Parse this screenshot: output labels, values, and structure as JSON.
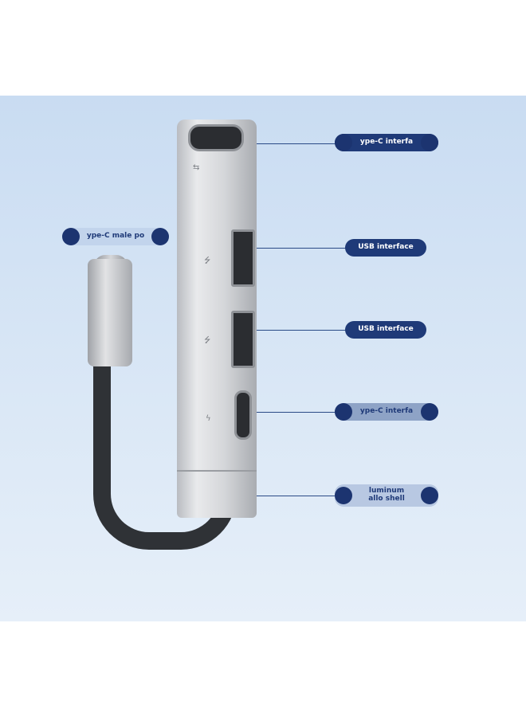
{
  "labels": [
    {
      "text": "ype-C interfa",
      "partial": true
    },
    {
      "text": "USB interface"
    },
    {
      "text": "USB interface"
    },
    {
      "text": "ype-C interfa",
      "partial": true
    },
    {
      "text": "luminum allo shell",
      "partial": true
    },
    {
      "text": "ype-C male po",
      "partial": true
    }
  ],
  "colors": {
    "label_bg": "#1f3a78",
    "background": "#d3e3f5",
    "shell": "#d4d6d9",
    "cable": "#2f3236"
  },
  "icons": {
    "usb": "usb-symbol-icon",
    "power": "lightning-icon",
    "superspeed": "ss-usb-icon"
  }
}
